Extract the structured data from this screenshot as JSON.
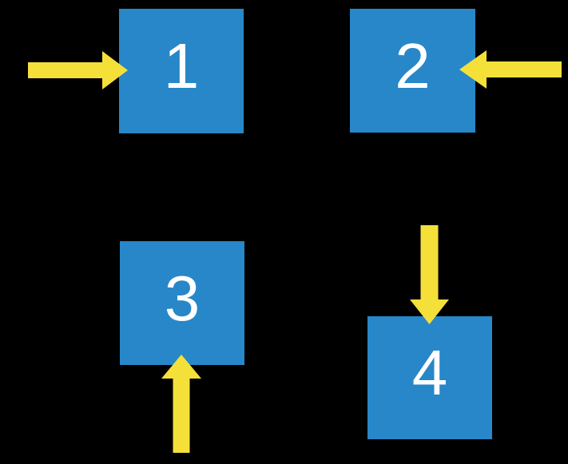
{
  "canvas": {
    "description": "Black slide with four blue squares, each pointed at by a yellow arrow"
  },
  "colors": {
    "background": "#000000",
    "box-blue": "#2787C9",
    "arrow-yellow": "#F5E03A",
    "label-white": "#FFFFFF"
  },
  "boxes": [
    {
      "label": "1",
      "arrow_direction": "right",
      "arrow_side": "left"
    },
    {
      "label": "2",
      "arrow_direction": "left",
      "arrow_side": "right"
    },
    {
      "label": "3",
      "arrow_direction": "up",
      "arrow_side": "bottom"
    },
    {
      "label": "4",
      "arrow_direction": "down",
      "arrow_side": "top"
    }
  ]
}
